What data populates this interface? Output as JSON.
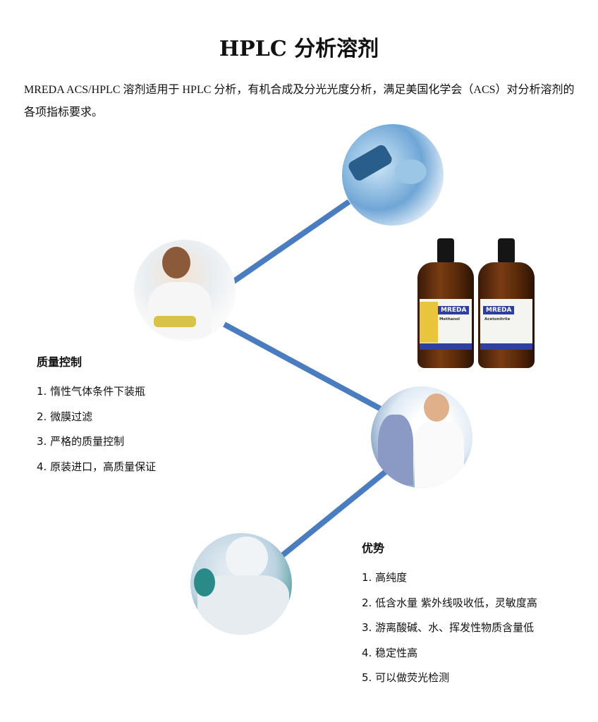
{
  "title": "HPLC 分析溶剂",
  "intro": "MREDA ACS/HPLC  溶剂适用于 HPLC 分析，有机合成及分光光度分析，满足美国化学会（ACS）对分析溶剂的各项指标要求。",
  "quality": {
    "title": "质量控制",
    "items": [
      "1. 惰性气体条件下装瓶",
      "2. 微膜过滤",
      "3. 严格的质量控制",
      "4. 原装进口，高质量保证"
    ]
  },
  "advantages": {
    "title": "优势",
    "items": [
      "1. 高纯度",
      "2. 低含水量 紫外线吸收低，灵敏度高",
      "3. 游离酸碱、水、挥发性物质含量低",
      "4. 稳定性高",
      "5. 可以做荧光检测"
    ]
  },
  "bottles": {
    "brand": "MREDA",
    "products": [
      "Methanol",
      "Acetonitrile"
    ]
  },
  "colors": {
    "line": "#4a7dc0"
  }
}
